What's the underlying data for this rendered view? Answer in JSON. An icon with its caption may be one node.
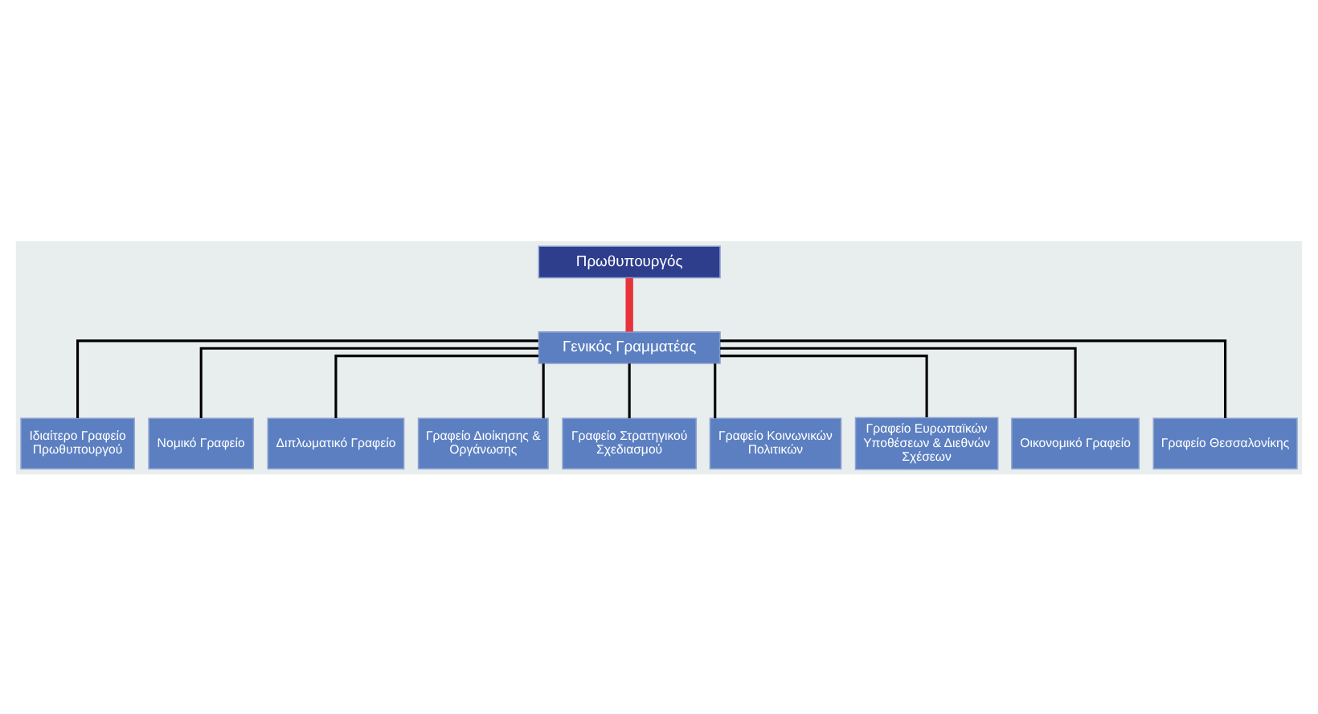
{
  "diagram": {
    "nodes": [
      {
        "text": [
          "Πρωθυπουργός"
        ]
      },
      {
        "text": [
          "Γενικός Γραμματέας"
        ]
      },
      {
        "text": [
          "Ιδιαίτερο Γραφείο Πρωθυπουργού"
        ]
      },
      {
        "text": [
          "Νομικό Γραφείο"
        ]
      },
      {
        "text": [
          "Διπλωματικό Γραφείο"
        ]
      },
      {
        "text": [
          "Γραφείο Διοίκησης & Οργάνωσης"
        ]
      },
      {
        "text": [
          "Γραφείο Στρατηγικού Σχεδιασμού"
        ]
      },
      {
        "text": [
          "Γραφείο Κοινωνικών Πολιτικών"
        ]
      },
      {
        "text": [
          "Γραφείο Ευρωπαϊκών Υποθέσεων & Διεθνών Σχέσεων"
        ]
      },
      {
        "text": [
          "Οικονομικό Γραφείο"
        ]
      },
      {
        "text": [
          "Γραφείο Θεσσαλονίκης"
        ]
      }
    ],
    "edges": [
      {
        "from": 0,
        "to": 1,
        "arrow": "none",
        "style": "thick",
        "color": "#e8333b"
      },
      {
        "from": 1,
        "to": 2,
        "arrow": "none"
      },
      {
        "from": 1,
        "to": 3,
        "arrow": "none"
      },
      {
        "from": 1,
        "to": 4,
        "arrow": "none"
      },
      {
        "from": 1,
        "to": 5,
        "arrow": "none"
      },
      {
        "from": 1,
        "to": 6,
        "arrow": "none"
      },
      {
        "from": 1,
        "to": 7,
        "arrow": "none"
      },
      {
        "from": 1,
        "to": 8,
        "arrow": "none"
      },
      {
        "from": 1,
        "to": 9,
        "arrow": "none"
      },
      {
        "from": 1,
        "to": 10,
        "arrow": "none"
      }
    ]
  }
}
